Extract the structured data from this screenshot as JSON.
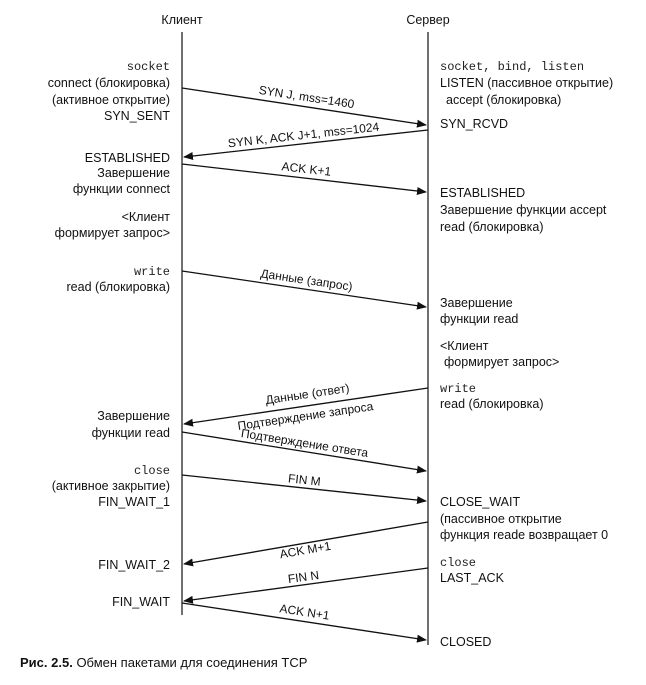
{
  "headers": {
    "client": "Клиент",
    "server": "Сервер"
  },
  "client_labels": [
    {
      "text": "socket",
      "mono": true
    },
    {
      "text": "connect (блокировка)",
      "mono": false
    },
    {
      "text": "(активное открытие)",
      "mono": false
    },
    {
      "text": "SYN_SENT",
      "mono": false
    },
    {
      "text": "ESTABLISHED",
      "mono": false
    },
    {
      "text": "Завершение",
      "mono": false
    },
    {
      "text": "функции connect",
      "mono": false
    },
    {
      "text": "<Клиент",
      "mono": false
    },
    {
      "text": "формирует запрос>",
      "mono": false
    },
    {
      "text": "write",
      "mono": true
    },
    {
      "text": "read (блокировка)",
      "mono": false
    },
    {
      "text": "Завершение",
      "mono": false
    },
    {
      "text": "функции read",
      "mono": false
    },
    {
      "text": "close",
      "mono": true
    },
    {
      "text": "(активное закрытие)",
      "mono": false
    },
    {
      "text": "FIN_WAIT_1",
      "mono": false
    },
    {
      "text": "FIN_WAIT_2",
      "mono": false
    },
    {
      "text": "FIN_WAIT",
      "mono": false
    }
  ],
  "server_labels": [
    {
      "text": "socket, bind, listen",
      "mono": true
    },
    {
      "text": "LISTEN (пассивное открытие)",
      "mono": false
    },
    {
      "text": "accept (блокировка)",
      "mono": false
    },
    {
      "text": "SYN_RCVD",
      "mono": false
    },
    {
      "text": "ESTABLISHED",
      "mono": false
    },
    {
      "text": "Завершение функции accept",
      "mono": false
    },
    {
      "text": "read (блокировка)",
      "mono": false
    },
    {
      "text": "Завершение",
      "mono": false
    },
    {
      "text": "функции read",
      "mono": false
    },
    {
      "text": "<Клиент",
      "mono": false
    },
    {
      "text": "формирует запрос>",
      "mono": false
    },
    {
      "text": "write",
      "mono": true
    },
    {
      "text": "read (блокировка)",
      "mono": false
    },
    {
      "text": "CLOSE_WAIT",
      "mono": false
    },
    {
      "text": "(пассивное открытие",
      "mono": false
    },
    {
      "text": "функция reade возвращает 0",
      "mono": false
    },
    {
      "text": "close",
      "mono": true
    },
    {
      "text": "LAST_ACK",
      "mono": false
    },
    {
      "text": "CLOSED",
      "mono": false
    }
  ],
  "messages": [
    {
      "label": "SYN J, mss=1460",
      "direction": "client-to-server"
    },
    {
      "label": "SYN K, ACK J+1, mss=1024",
      "direction": "server-to-client"
    },
    {
      "label": "ACK K+1",
      "direction": "client-to-server"
    },
    {
      "label": "Данные (запрос)",
      "direction": "client-to-server"
    },
    {
      "label": "Данные (ответ)",
      "direction": "server-to-client"
    },
    {
      "label": "Подтверждение запроса",
      "direction": "server-to-client"
    },
    {
      "label": "Подтверждение ответа",
      "direction": "client-to-server"
    },
    {
      "label": "FIN M",
      "direction": "client-to-server"
    },
    {
      "label": "ACK M+1",
      "direction": "server-to-client"
    },
    {
      "label": "FIN N",
      "direction": "server-to-client"
    },
    {
      "label": "ACK N+1",
      "direction": "client-to-server"
    }
  ],
  "caption": {
    "prefix": "Рис. 2.5.",
    "text": "Обмен пакетами для соединения TCP"
  }
}
